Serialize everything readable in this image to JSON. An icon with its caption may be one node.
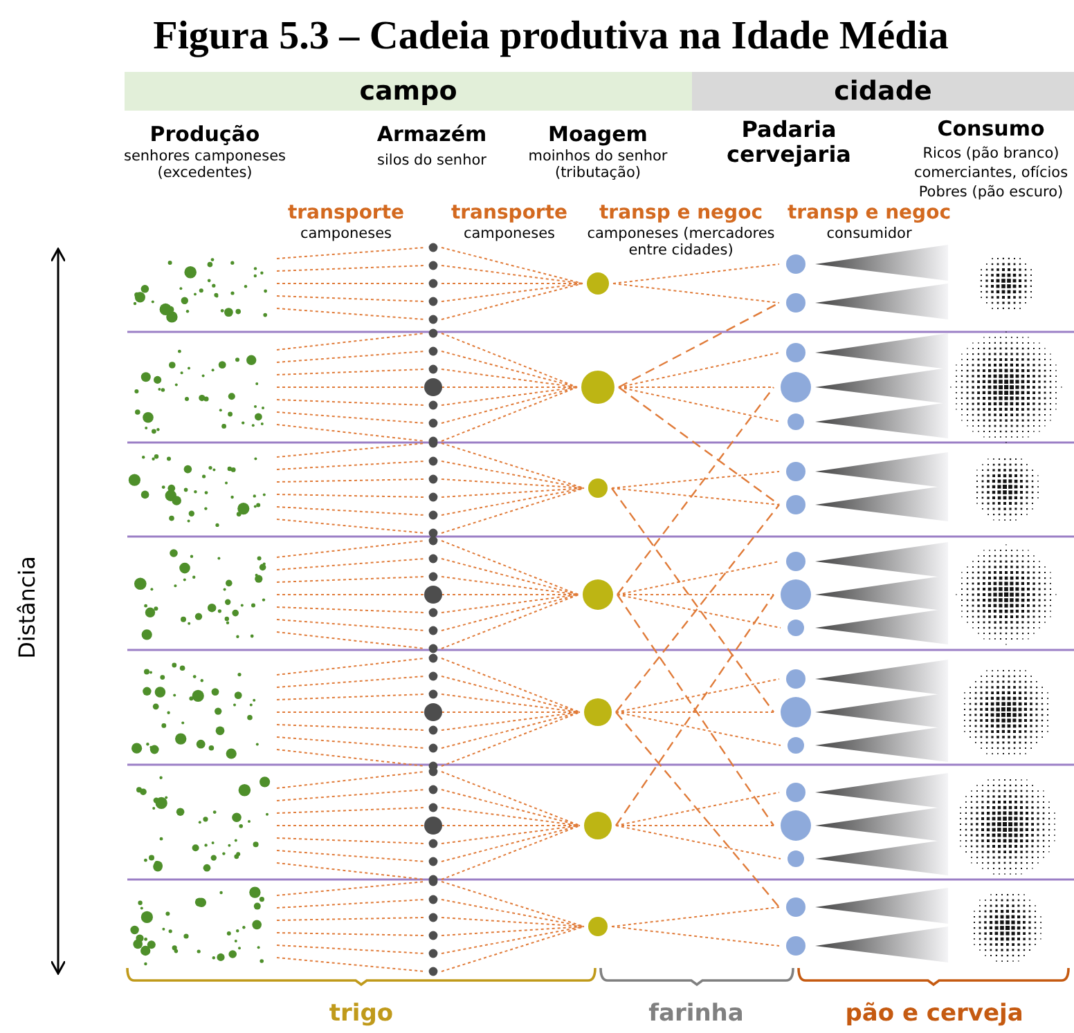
{
  "diagram": {
    "title": "Figura 5.3 – Cadeia produtiva na Idade Média",
    "labels": [
      "campo",
      "cidade",
      "Produção",
      "senhores camponeses (excedentes)",
      "Armazém",
      "silos do senhor",
      "Moagem",
      "moinhos do senhor (tributação)",
      "Padaria cervejaria",
      "Consumo",
      "Ricos (pão branco) comerciantes, ofícios Pobres (pão escuro)",
      "transporte",
      "camponeses",
      "transporte",
      "camponeses",
      "transp e negoc",
      "camponeses (mercadores entre cidades)",
      "transp e negoc",
      "consumidor",
      "Distância",
      "trigo",
      "farinha",
      "pão e cerveja"
    ]
  }
}
